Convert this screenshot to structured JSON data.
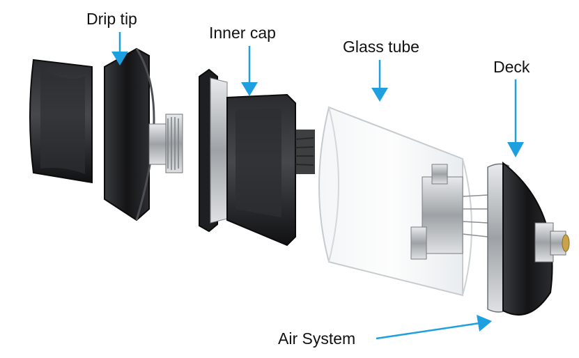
{
  "labels": {
    "drip_tip": "Drip tip",
    "inner_cap": "Inner cap",
    "glass_tube": "Glass tube",
    "deck": "Deck",
    "air_system": "Air System"
  },
  "colors": {
    "arrow": "#1e9fe0",
    "black_part": "#1b1b1d",
    "steel": "#b9bcc0",
    "glass": "#e6eaec"
  }
}
